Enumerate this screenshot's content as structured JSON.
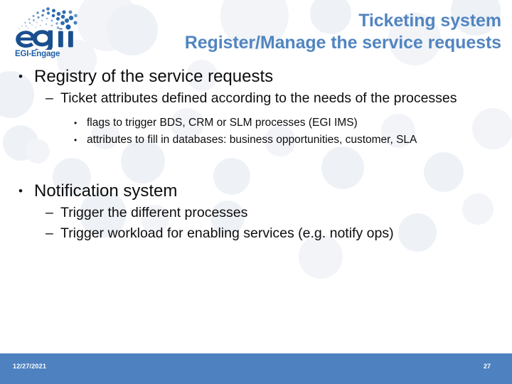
{
  "slide": {
    "logo": {
      "wordmark": "egi",
      "subtitle": "EGI-Engage",
      "fan_icon": "dot-fan-icon",
      "brand_color": "#1f5fa8"
    },
    "title": {
      "line1": "Ticketing system",
      "line2": "Register/Manage the service requests",
      "color": "#5285c0"
    },
    "content": [
      {
        "level": 1,
        "marker": "•",
        "text": "Registry of the service requests"
      },
      {
        "level": 2,
        "marker": "–",
        "text": "Ticket attributes defined according to the needs of the processes"
      },
      {
        "level": 3,
        "marker": "•",
        "text": "flags to trigger BDS, CRM or SLM processes (EGI IMS)"
      },
      {
        "level": 3,
        "marker": "•",
        "text": "attributes to fill in databases: business opportunities, customer, SLA"
      },
      {
        "level": 1,
        "marker": "•",
        "text": "Notification system"
      },
      {
        "level": 2,
        "marker": "–",
        "text": "Trigger the different processes"
      },
      {
        "level": 2,
        "marker": "–",
        "text": "Trigger workload for enabling services (e.g. notify ops)"
      }
    ],
    "footer": {
      "date": "12/27/2021",
      "page_number": "27",
      "bar_color": "#4e81c0"
    }
  }
}
